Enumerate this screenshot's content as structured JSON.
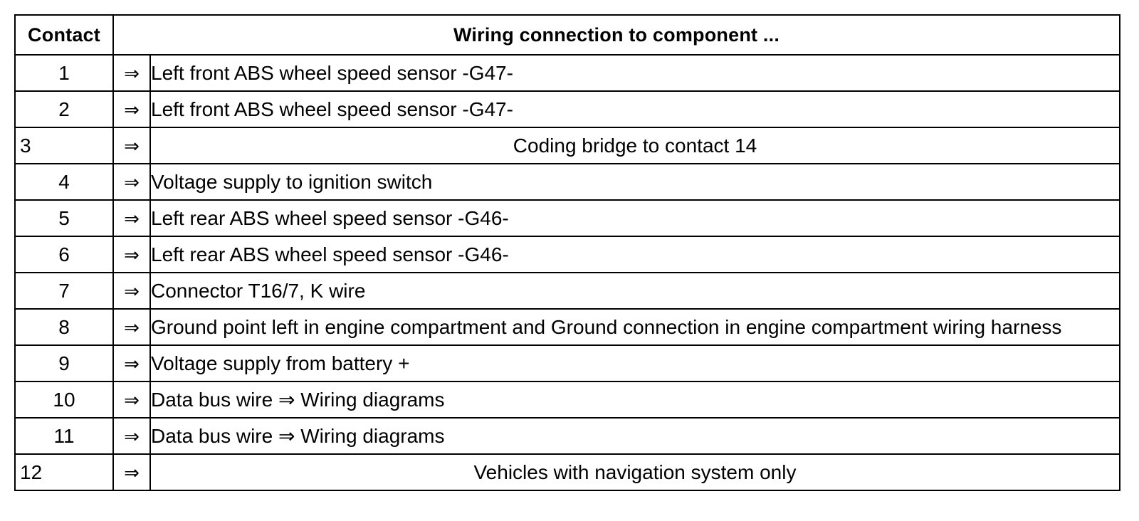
{
  "table": {
    "headers": {
      "contact": "Contact",
      "description": "Wiring connection to component ..."
    },
    "arrow_glyph": "⇒",
    "rows": [
      {
        "contact": "1",
        "arrow": "⇒",
        "description": "Left front ABS wheel speed sensor -G47-",
        "contact_align": "center",
        "description_align": "left"
      },
      {
        "contact": "2",
        "arrow": "⇒",
        "description": "Left front ABS wheel speed sensor -G47-",
        "contact_align": "center",
        "description_align": "left"
      },
      {
        "contact": "3",
        "arrow": "⇒",
        "description": "Coding bridge to contact 14",
        "contact_align": "left",
        "description_align": "center"
      },
      {
        "contact": "4",
        "arrow": "⇒",
        "description": "Voltage supply to ignition switch",
        "contact_align": "center",
        "description_align": "left"
      },
      {
        "contact": "5",
        "arrow": "⇒",
        "description": "Left rear ABS wheel speed sensor -G46-",
        "contact_align": "center",
        "description_align": "left"
      },
      {
        "contact": "6",
        "arrow": "⇒",
        "description": "Left rear ABS wheel speed sensor -G46-",
        "contact_align": "center",
        "description_align": "left"
      },
      {
        "contact": "7",
        "arrow": "⇒",
        "description": "Connector T16/7, K wire",
        "contact_align": "center",
        "description_align": "left"
      },
      {
        "contact": "8",
        "arrow": "⇒",
        "description": "Ground point left in engine compartment and Ground connection in engine compartment wiring harness",
        "contact_align": "center",
        "description_align": "left"
      },
      {
        "contact": "9",
        "arrow": "⇒",
        "description": "Voltage supply from battery +",
        "contact_align": "center",
        "description_align": "left"
      },
      {
        "contact": "10",
        "arrow": "⇒",
        "description": "Data bus wire ⇒ Wiring diagrams",
        "contact_align": "center",
        "description_align": "left"
      },
      {
        "contact": "11",
        "arrow": "⇒",
        "description": "Data bus wire ⇒ Wiring diagrams",
        "contact_align": "center",
        "description_align": "left"
      },
      {
        "contact": "12",
        "arrow": "⇒",
        "description": "Vehicles with navigation system only",
        "contact_align": "left",
        "description_align": "center"
      }
    ]
  },
  "colors": {
    "border": "#000000",
    "text": "#000000",
    "background": "#ffffff"
  }
}
